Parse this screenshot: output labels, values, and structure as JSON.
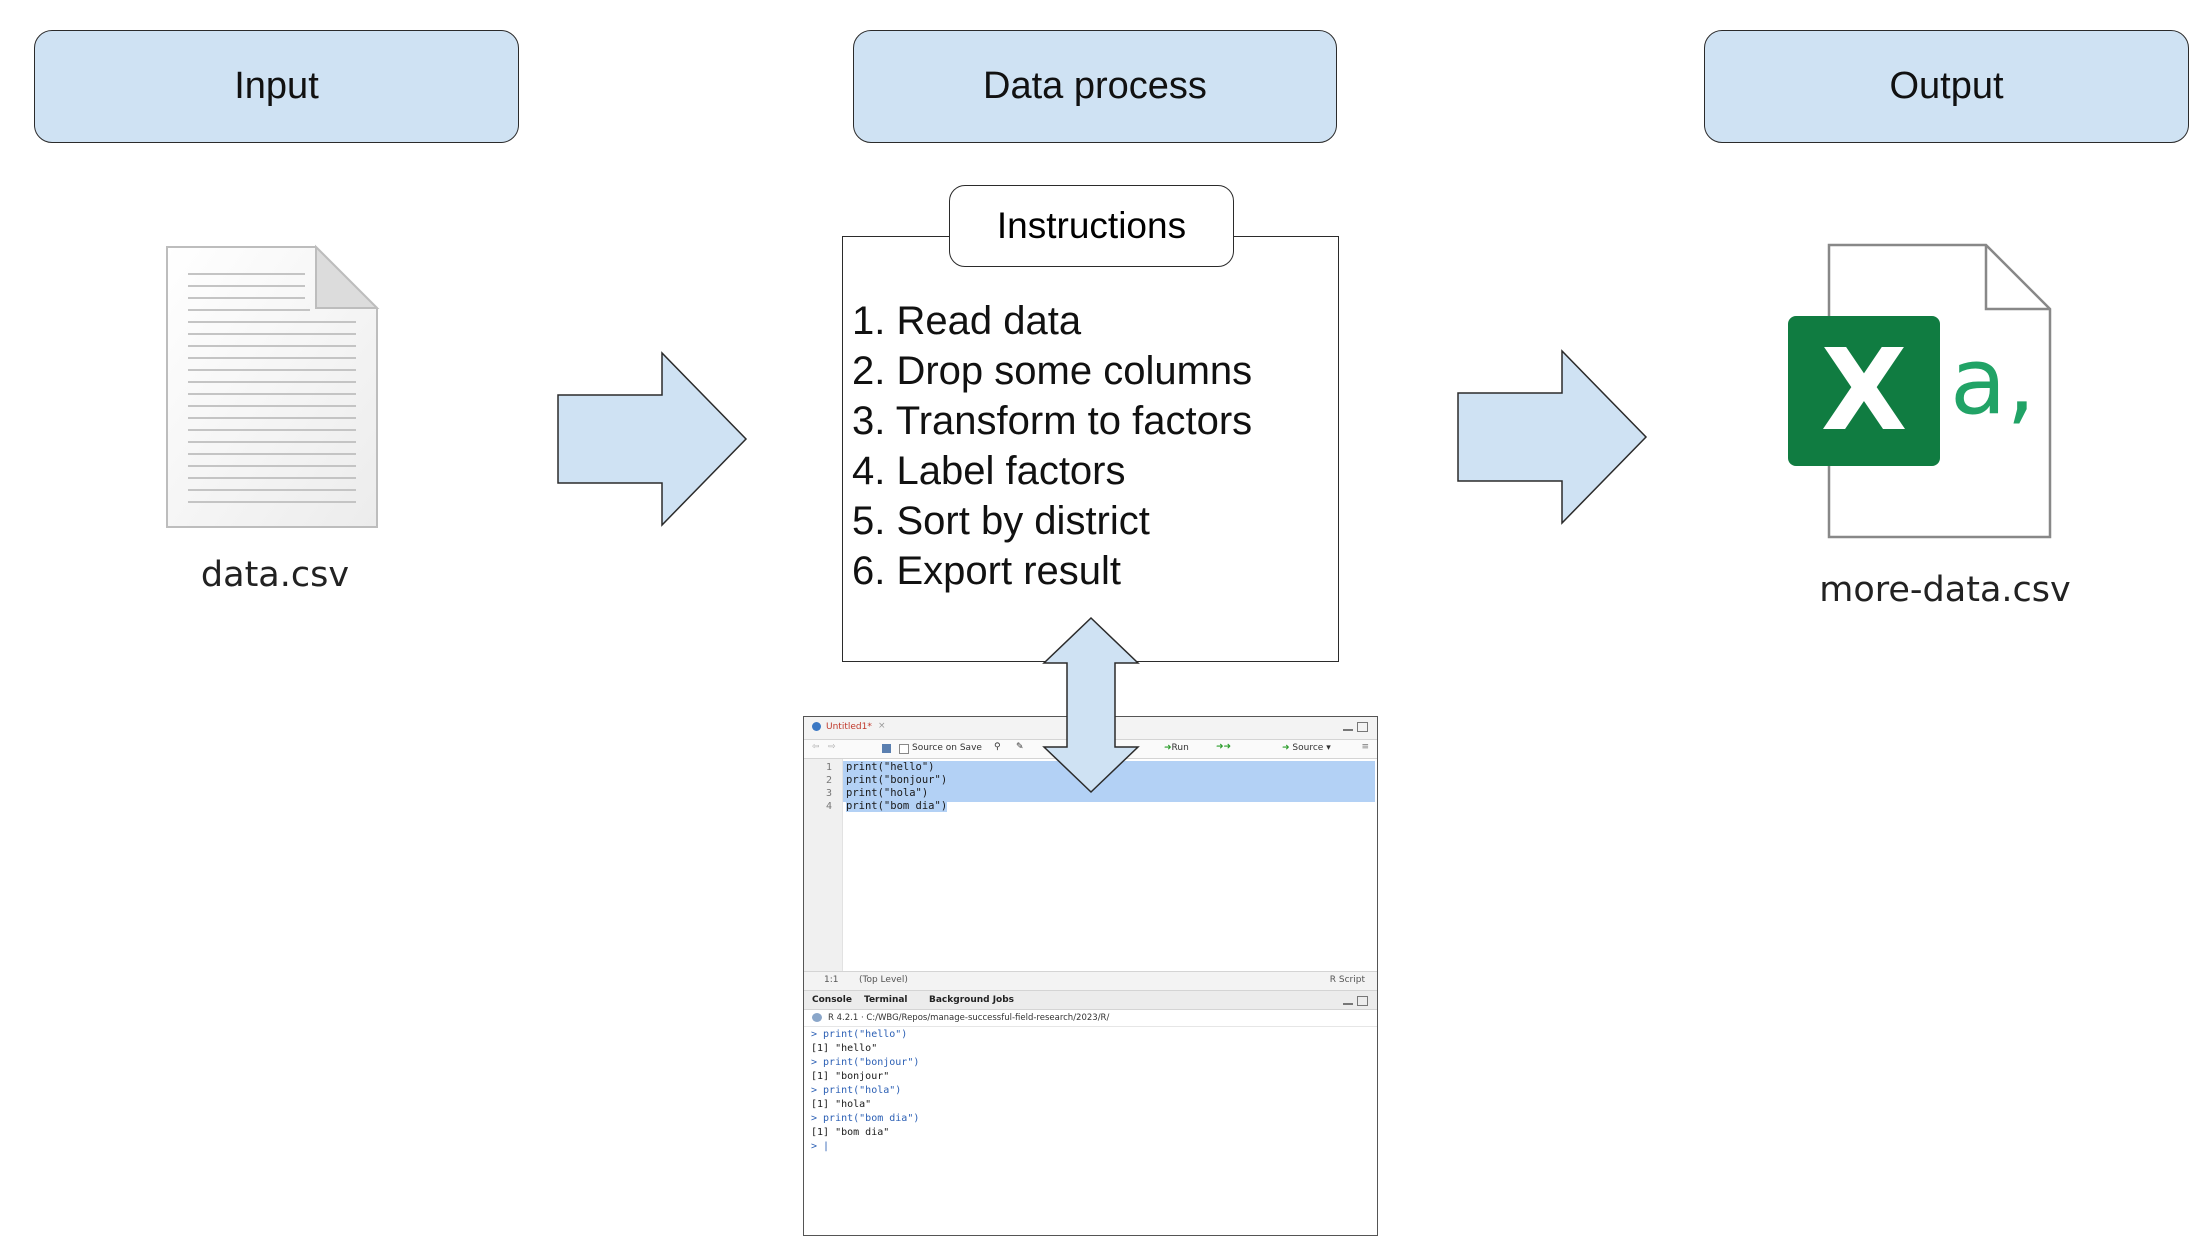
{
  "headers": {
    "input": "Input",
    "process": "Data process",
    "output": "Output"
  },
  "input_file": {
    "name": "data.csv",
    "icon": "text-document-icon"
  },
  "output_file": {
    "name": "more-data.csv",
    "icon": "excel-csv-icon",
    "badge_letter": "X",
    "badge_text": "a,",
    "badge_color": "#107c41",
    "badge_text_color": "#21a366"
  },
  "instructions": {
    "title": "Instructions",
    "steps": [
      "1. Read data",
      "2. Drop some columns",
      "3. Transform to factors",
      "4. Label factors",
      "5. Sort by district",
      "6. Export result"
    ]
  },
  "colors": {
    "header_fill": "#cfe2f3",
    "arrow_fill": "#cfe2f3",
    "stroke": "#2b2b2b"
  },
  "rstudio": {
    "editor_tab": "Untitled1*",
    "toolbar": {
      "source_on_save": "Source on Save",
      "run": "Run",
      "source": "Source"
    },
    "code_lines": [
      {
        "n": "1",
        "text": "print(\"hello\")"
      },
      {
        "n": "2",
        "text": "print(\"bonjour\")"
      },
      {
        "n": "3",
        "text": "print(\"hola\")"
      },
      {
        "n": "4",
        "text": "print(\"bom dia\")"
      }
    ],
    "status": {
      "position": "1:1",
      "scope": "(Top Level)",
      "file_type": "R Script"
    },
    "console_tabs": [
      "Console",
      "Terminal",
      "Background Jobs"
    ],
    "console_path": "R 4.2.1 · C:/WBG/Repos/manage-successful-field-research/2023/R/",
    "console_lines": [
      {
        "kind": "cmd",
        "text": "> print(\"hello\")"
      },
      {
        "kind": "out",
        "text": "[1] \"hello\""
      },
      {
        "kind": "cmd",
        "text": "> print(\"bonjour\")"
      },
      {
        "kind": "out",
        "text": "[1] \"bonjour\""
      },
      {
        "kind": "cmd",
        "text": "> print(\"hola\")"
      },
      {
        "kind": "out",
        "text": "[1] \"hola\""
      },
      {
        "kind": "cmd",
        "text": "> print(\"bom dia\")"
      },
      {
        "kind": "out",
        "text": "[1] \"bom dia\""
      },
      {
        "kind": "cmd",
        "text": "> |"
      }
    ]
  }
}
